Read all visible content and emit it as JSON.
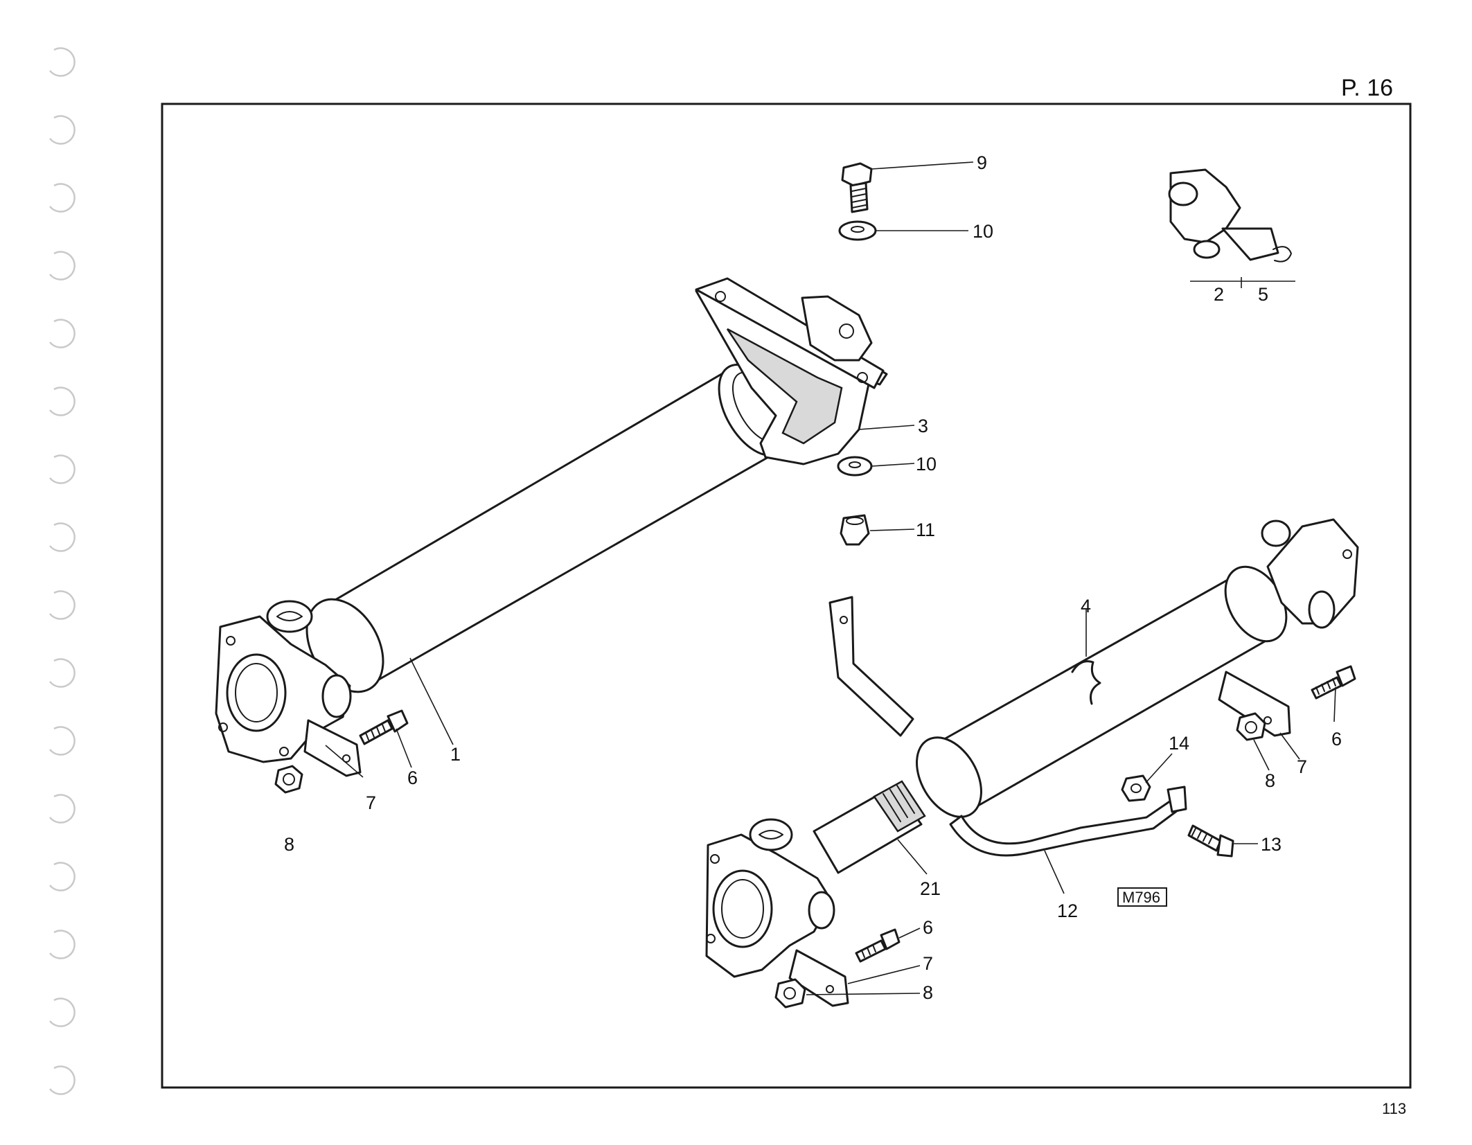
{
  "page_ref": "P. 16",
  "page_number": "113",
  "figure_code": "M796",
  "callouts": {
    "c1": "1",
    "c2": "2",
    "c3": "3",
    "c4": "4",
    "c5": "5",
    "c6a": "6",
    "c6b": "6",
    "c6c": "6",
    "c7a": "7",
    "c7b": "7",
    "c7c": "7",
    "c8a": "8",
    "c8b": "8",
    "c8c": "8",
    "c9": "9",
    "c10a": "10",
    "c10b": "10",
    "c11": "11",
    "c12": "12",
    "c13": "13",
    "c14": "14",
    "c21": "21"
  }
}
